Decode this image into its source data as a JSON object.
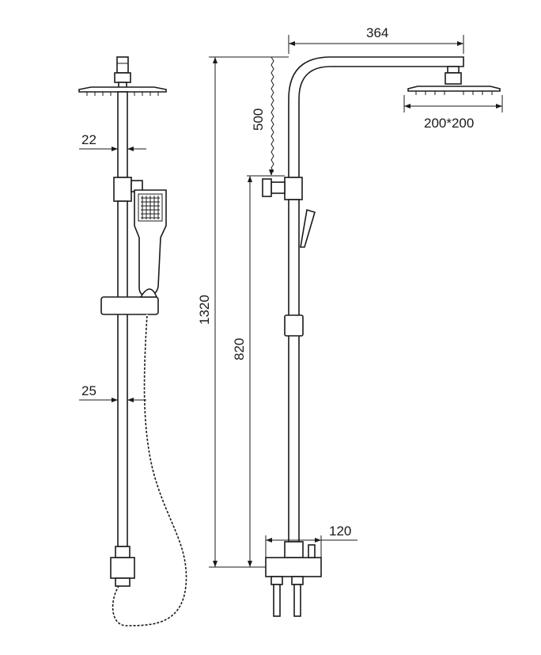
{
  "dimensions": {
    "arm_length": "364",
    "arm_drop": "500",
    "total_height": "1320",
    "slide_height": "820",
    "head_size": "200*200",
    "pipe_top_dia": "22",
    "pipe_bottom_dia": "25",
    "mixer_depth": "120"
  },
  "colors": {
    "line": "#1a1a1a",
    "background": "#ffffff"
  }
}
